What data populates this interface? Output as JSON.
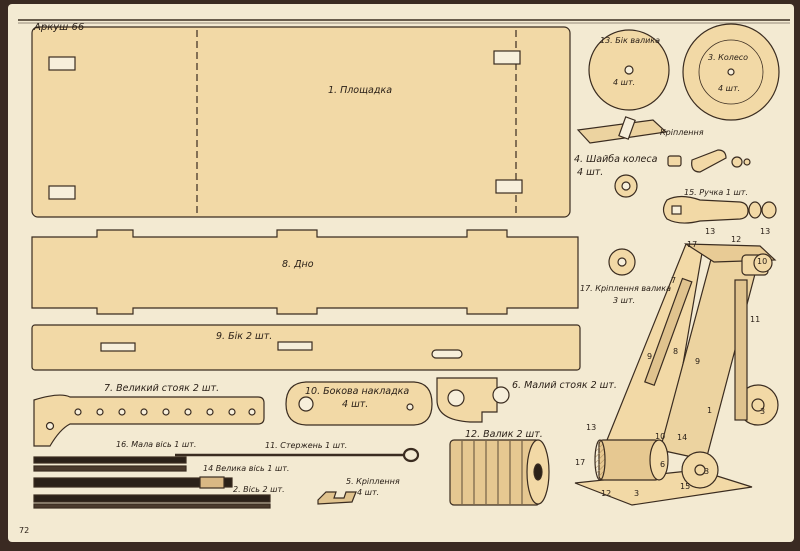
{
  "header": {
    "sheet_title": "Аркуш 66",
    "page_number": "72"
  },
  "parts": {
    "p1": "1. Площадка",
    "p2": "2. Вісь  2 шт.",
    "p3": "3. Колесо",
    "p3_qty": "4 шт.",
    "p4": "4. Шайба колеса",
    "p4_qty": "4 шт.",
    "p5": "5. Кріплення",
    "p5_qty": "4 шт.",
    "p6": "6. Малий стояк  2 шт.",
    "p7": "7.  Великий  стояк   2 шт.",
    "p8": "8. Дно",
    "p9": "9. Бік   2 шт.",
    "p10": "10. Бокова накладка",
    "p10_qty": "4 шт.",
    "p11": "11. Стержень   1 шт.",
    "p12": "12. Валик  2 шт.",
    "p13": "13. Бік валика",
    "p13_qty": "4 шт.",
    "p14": "14 Велика вісь  1 шт.",
    "p15": "15. Ручка   1 шт.",
    "p16": "16.  Мала  вісь  1 шт.",
    "p17": "17. Кріплення валика",
    "p17_qty": "3 шт.",
    "fastening": "Кріплення"
  },
  "assembly_numbers": {
    "a13_left": "13",
    "a12_top": "12",
    "a13_right": "13",
    "a17_top": "17",
    "a10": "10",
    "a7": "7",
    "a11": "11",
    "a9_left": "9",
    "a8": "8",
    "a9_right": "9",
    "a1": "1",
    "a3_right": "3",
    "a13_bottom": "13",
    "a10b": "10",
    "a14": "14",
    "a17_bottom": "17",
    "a6": "6",
    "a3_bottom": "3",
    "a12_bottom": "12",
    "a3_base": "3",
    "a15": "15"
  },
  "colors": {
    "paper": "#f3ead2",
    "part_fill": "#f2d9a6",
    "line": "#3a2c20",
    "rod_dark": "#2b2118"
  }
}
